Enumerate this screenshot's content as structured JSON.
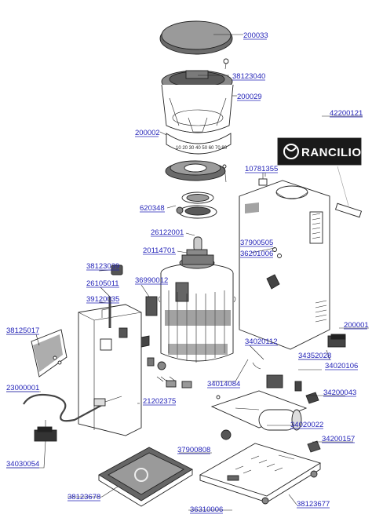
{
  "logo": {
    "text": "RANCILIO"
  },
  "dial": {
    "text": "10  20  30  40  50  60  70  80"
  },
  "parts": [
    {
      "id": "p200033",
      "code": "200033"
    },
    {
      "id": "p38123040",
      "code": "38123040"
    },
    {
      "id": "p200029",
      "code": "200029"
    },
    {
      "id": "p200002",
      "code": "200002"
    },
    {
      "id": "p42200121",
      "code": "42200121"
    },
    {
      "id": "p10781355",
      "code": "10781355"
    },
    {
      "id": "p620348",
      "code": "620348"
    },
    {
      "id": "p26122001",
      "code": "26122001"
    },
    {
      "id": "p37900505",
      "code": "37900505"
    },
    {
      "id": "p36201006",
      "code": "36201006"
    },
    {
      "id": "p20114701",
      "code": "20114701"
    },
    {
      "id": "p38123039",
      "code": "38123039"
    },
    {
      "id": "p26105011",
      "code": "26105011"
    },
    {
      "id": "p36990012",
      "code": "36990012"
    },
    {
      "id": "p39120035",
      "code": "39120035"
    },
    {
      "id": "p38125017",
      "code": "38125017"
    },
    {
      "id": "p200001",
      "code": "200001"
    },
    {
      "id": "p34020112",
      "code": "34020112"
    },
    {
      "id": "p34352028",
      "code": "34352028"
    },
    {
      "id": "p34020106",
      "code": "34020106"
    },
    {
      "id": "p23000001",
      "code": "23000001"
    },
    {
      "id": "p34014084",
      "code": "34014084"
    },
    {
      "id": "p34200043",
      "code": "34200043"
    },
    {
      "id": "p21202375",
      "code": "21202375"
    },
    {
      "id": "p34020022",
      "code": "34020022"
    },
    {
      "id": "p34030054",
      "code": "34030054"
    },
    {
      "id": "p34200157",
      "code": "34200157"
    },
    {
      "id": "p37900808",
      "code": "37900808"
    },
    {
      "id": "p38123678",
      "code": "38123678"
    },
    {
      "id": "p38123677",
      "code": "38123677"
    },
    {
      "id": "p36310006",
      "code": "36310006"
    }
  ]
}
